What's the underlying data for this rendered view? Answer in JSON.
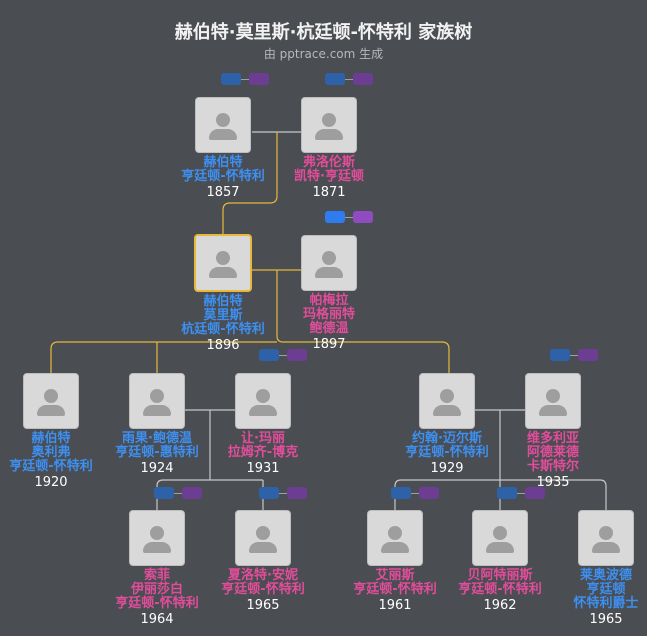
{
  "title": "赫伯特·莫里斯·杭廷顿-怀特利 家族树",
  "subtitle": "由 pptrace.com 生成",
  "colors": {
    "male": "#3d8ff0",
    "female": "#e24d9b",
    "selected_border": "#e8b83a",
    "bloodline": "#e8b83a",
    "link": "#c8c8c8"
  },
  "people": [
    {
      "id": "p1",
      "gender": "male",
      "name_lines": [
        "赫伯特",
        "亨廷顿-怀特利"
      ],
      "year": "1857"
    },
    {
      "id": "p2",
      "gender": "female",
      "name_lines": [
        "弗洛伦斯",
        "凯特·亨廷顿"
      ],
      "year": "1871"
    },
    {
      "id": "p3",
      "gender": "male",
      "name_lines": [
        "赫伯特",
        "莫里斯",
        "杭廷顿-怀特利"
      ],
      "year": "1896",
      "selected": true
    },
    {
      "id": "p4",
      "gender": "female",
      "name_lines": [
        "帕梅拉",
        "玛格丽特",
        "鲍德温"
      ],
      "year": "1897"
    },
    {
      "id": "p5",
      "gender": "male",
      "name_lines": [
        "赫伯特",
        "奥利弗",
        "亨廷顿-怀特利"
      ],
      "year": "1920"
    },
    {
      "id": "p6",
      "gender": "male",
      "name_lines": [
        "雨果·鲍德温",
        "亨廷顿-惠特利"
      ],
      "year": "1924"
    },
    {
      "id": "p7",
      "gender": "female",
      "name_lines": [
        "让·玛丽",
        "拉姆齐-博克"
      ],
      "year": "1931"
    },
    {
      "id": "p8",
      "gender": "male",
      "name_lines": [
        "约翰·迈尔斯",
        "亨廷顿-怀特利"
      ],
      "year": "1929"
    },
    {
      "id": "p9",
      "gender": "female",
      "name_lines": [
        "维多利亚",
        "阿德莱德",
        "卡斯特尔"
      ],
      "year": "1935"
    },
    {
      "id": "p10",
      "gender": "female",
      "name_lines": [
        "索菲",
        "伊丽莎白",
        "亨廷顿-怀特利"
      ],
      "year": "1964"
    },
    {
      "id": "p11",
      "gender": "female",
      "name_lines": [
        "夏洛特·安妮",
        "亨廷顿-怀特利"
      ],
      "year": "1965"
    },
    {
      "id": "p12",
      "gender": "female",
      "name_lines": [
        "艾丽斯",
        "亨廷顿-怀特利"
      ],
      "year": "1961"
    },
    {
      "id": "p13",
      "gender": "female",
      "name_lines": [
        "贝阿特丽斯",
        "亨廷顿-怀特利"
      ],
      "year": "1962"
    },
    {
      "id": "p14",
      "gender": "male",
      "name_lines": [
        "莱奥波德",
        "亨廷顿",
        "怀特利爵士"
      ],
      "year": "1965"
    }
  ]
}
